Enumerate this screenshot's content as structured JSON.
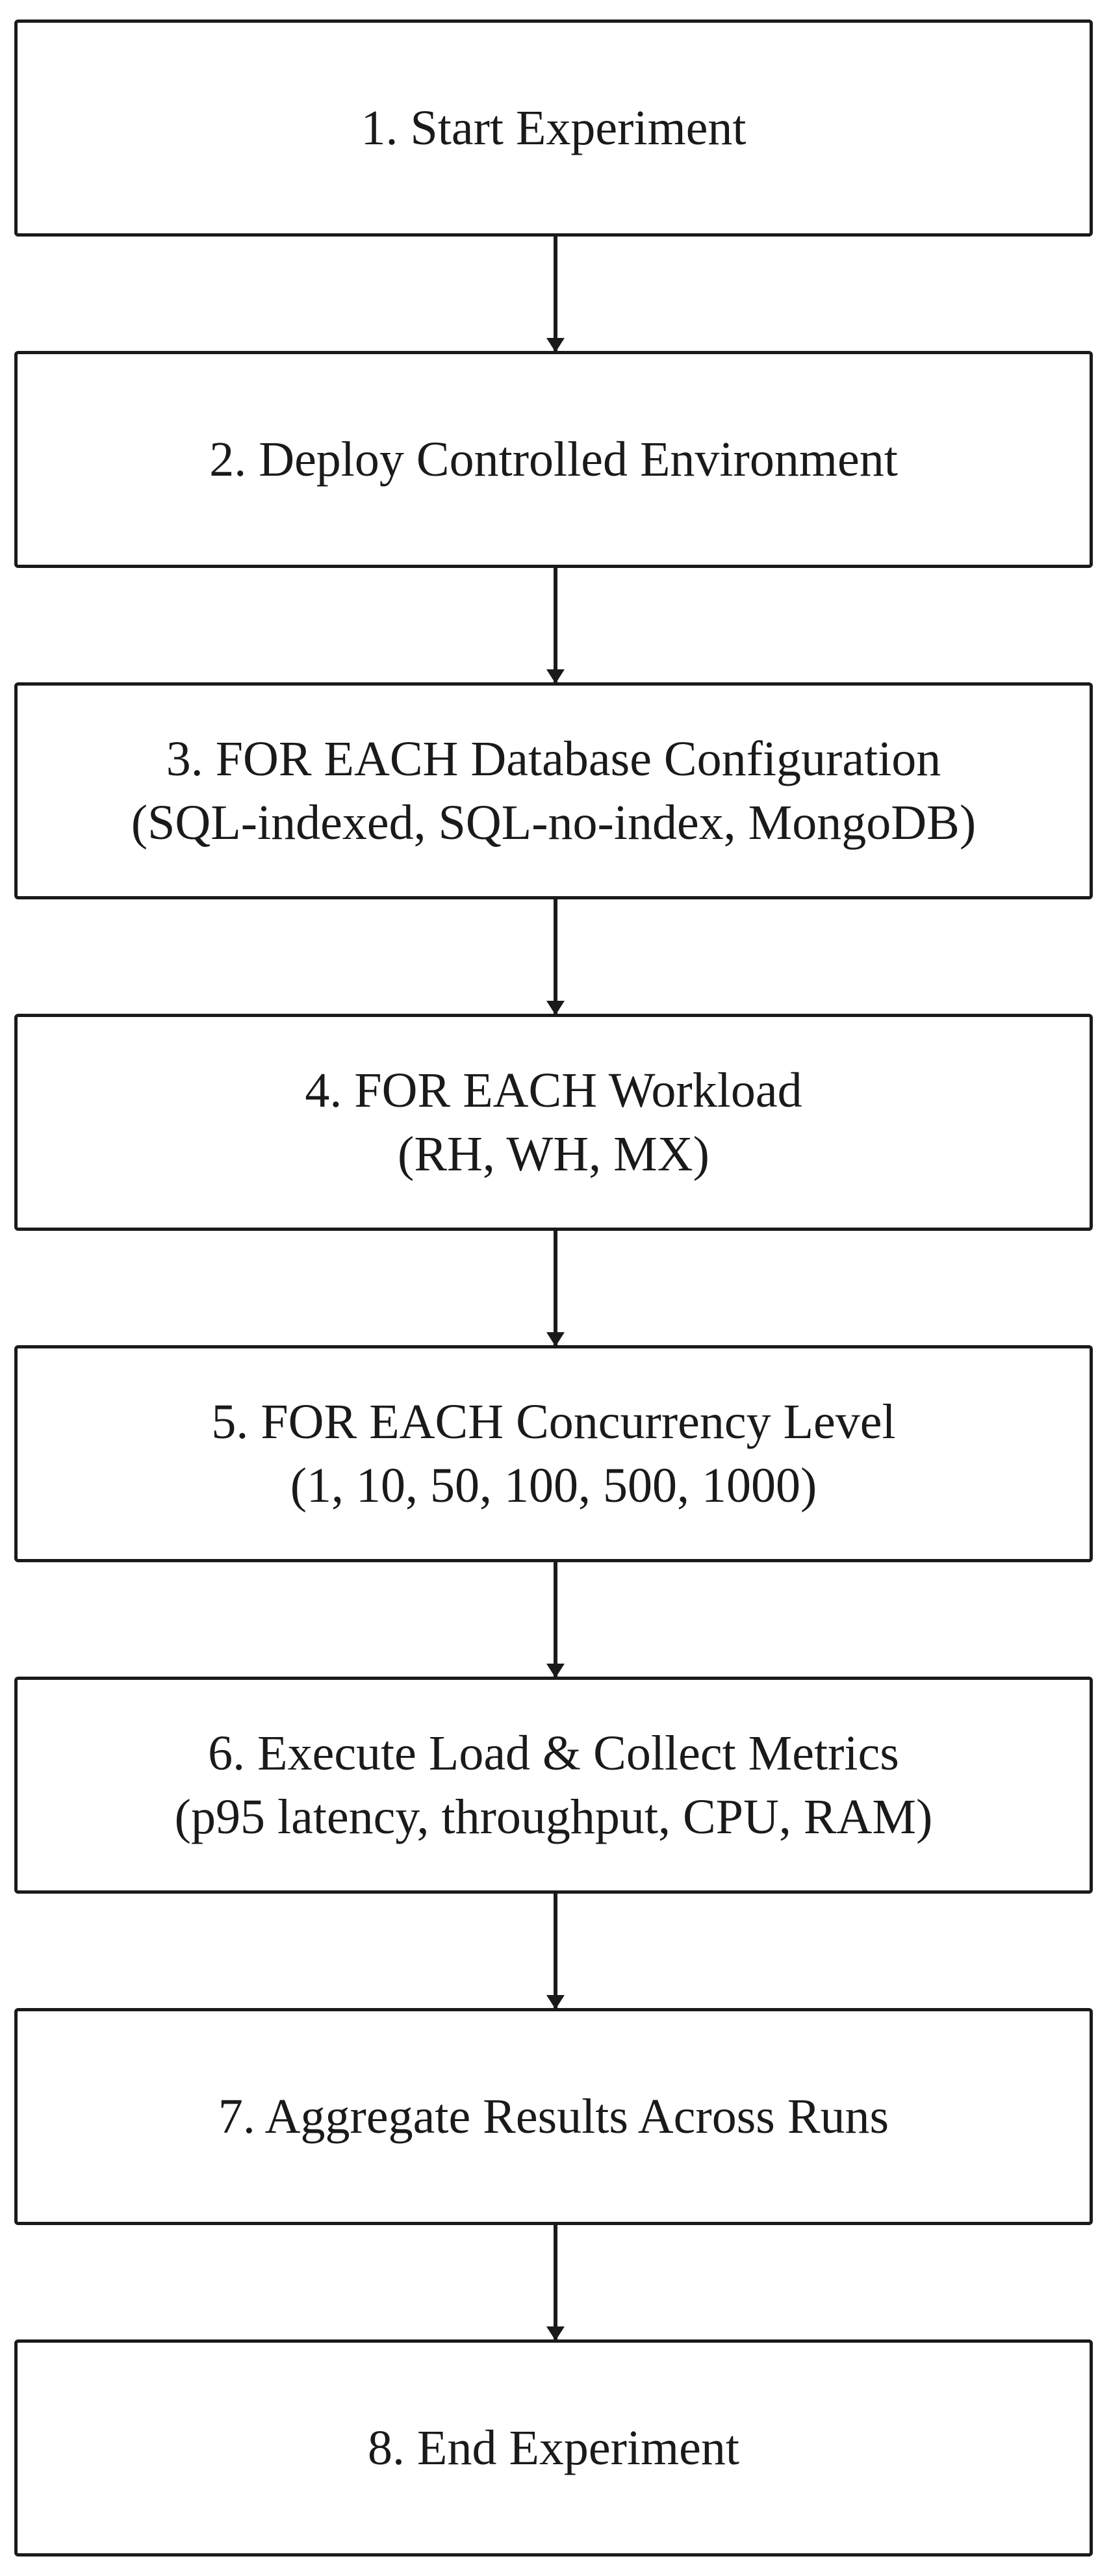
{
  "steps": [
    {
      "line1": "1. Start Experiment",
      "line2": ""
    },
    {
      "line1": "2. Deploy Controlled Environment",
      "line2": ""
    },
    {
      "line1": "3. FOR EACH Database Configuration",
      "line2": "(SQL-indexed, SQL-no-index, MongoDB)"
    },
    {
      "line1": "4. FOR EACH Workload",
      "line2": "(RH, WH, MX)"
    },
    {
      "line1": "5. FOR EACH Concurrency Level",
      "line2": "(1, 10, 50, 100, 500, 1000)"
    },
    {
      "line1": "6. Execute Load & Collect Metrics",
      "line2": "(p95 latency, throughput, CPU, RAM)"
    },
    {
      "line1": "7. Aggregate Results Across Runs",
      "line2": ""
    },
    {
      "line1": "8. End Experiment",
      "line2": ""
    }
  ],
  "colors": {
    "stroke": "#1a1a1a",
    "background": "#ffffff"
  }
}
